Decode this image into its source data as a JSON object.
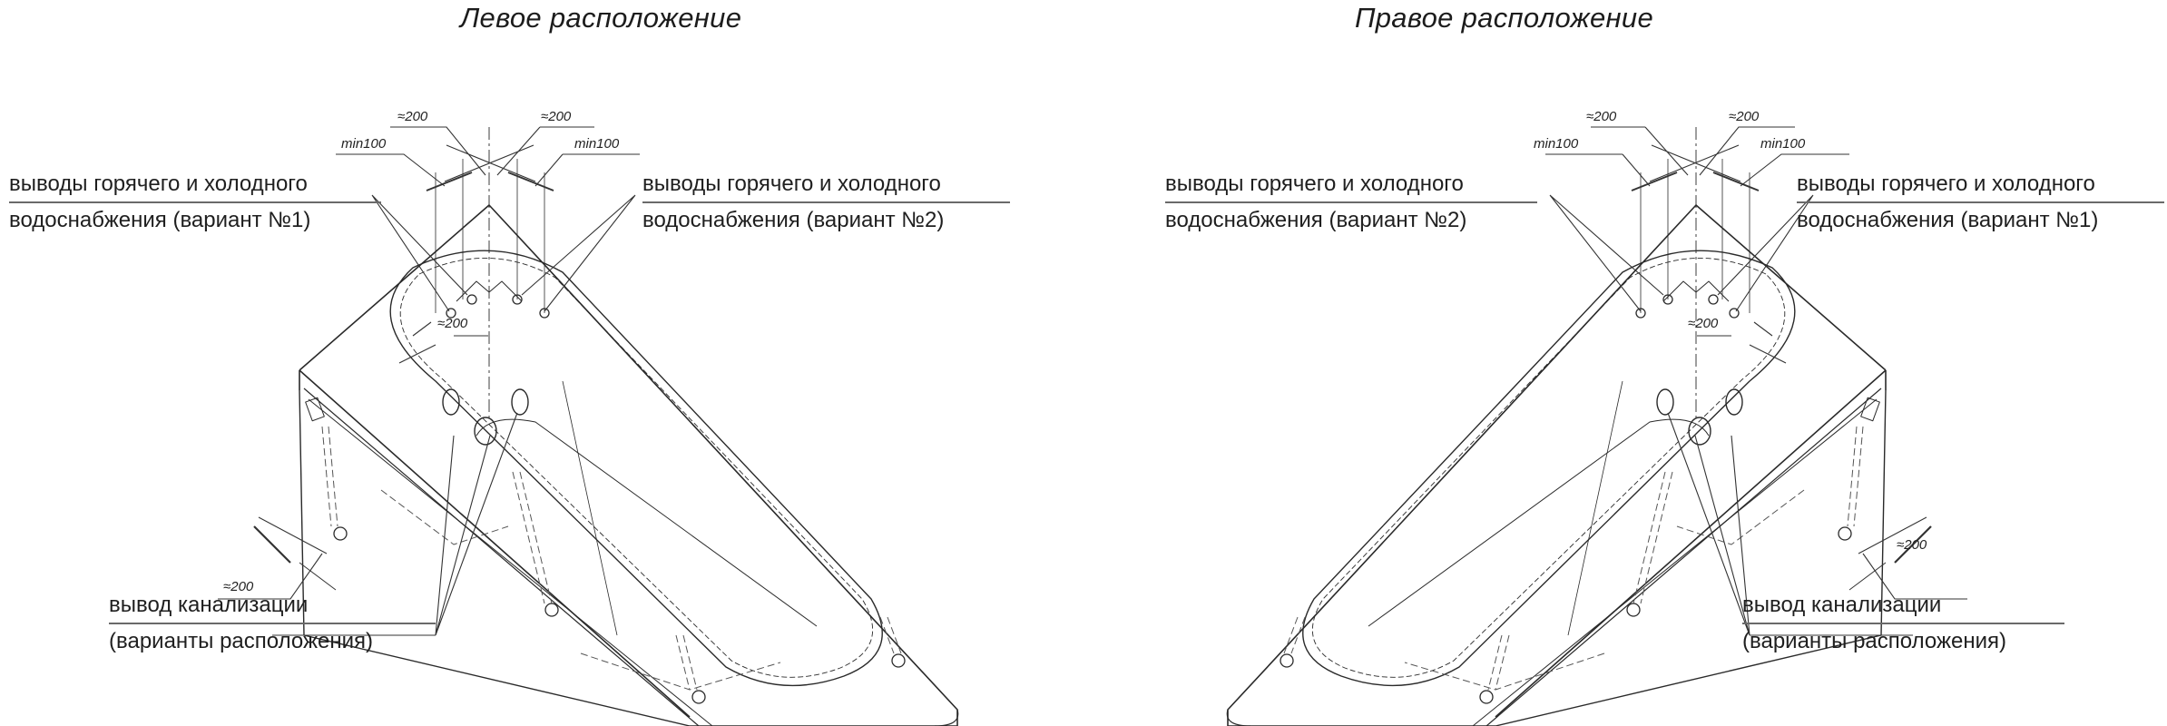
{
  "titles": {
    "left": "Левое расположение",
    "right": "Правое расположение"
  },
  "left_panel": {
    "label_supply_1": {
      "line1": "выводы горячего и холодного",
      "line2": "водоснабжения (вариант №1)"
    },
    "label_supply_2": {
      "line1": "выводы горячего и холодного",
      "line2": "водоснабжения (вариант №2)"
    },
    "label_drain": {
      "line1": "вывод канализации",
      "line2": "(варианты расположения)"
    },
    "dimensions": {
      "top_left_approx": "≈200",
      "top_right_approx": "≈200",
      "min_left": "min100",
      "min_right": "min100",
      "inner_approx": "≈200",
      "front_approx": "≈200"
    }
  },
  "right_panel": {
    "label_supply_2": {
      "line1": "выводы горячего и холодного",
      "line2": "водоснабжения (вариант №2)"
    },
    "label_supply_1": {
      "line1": "выводы горячего и холодного",
      "line2": "водоснабжения (вариант №1)"
    },
    "label_drain": {
      "line1": "вывод канализации",
      "line2": "(варианты расположения)"
    },
    "dimensions": {
      "top_left_approx": "≈200",
      "top_right_approx": "≈200",
      "min_left": "min100",
      "min_right": "min100",
      "inner_approx": "≈200",
      "front_approx": "≈200"
    }
  },
  "colors": {
    "line": "#2a2a2a",
    "leader": "#444444",
    "dashed": "#555555",
    "background": "#ffffff"
  }
}
